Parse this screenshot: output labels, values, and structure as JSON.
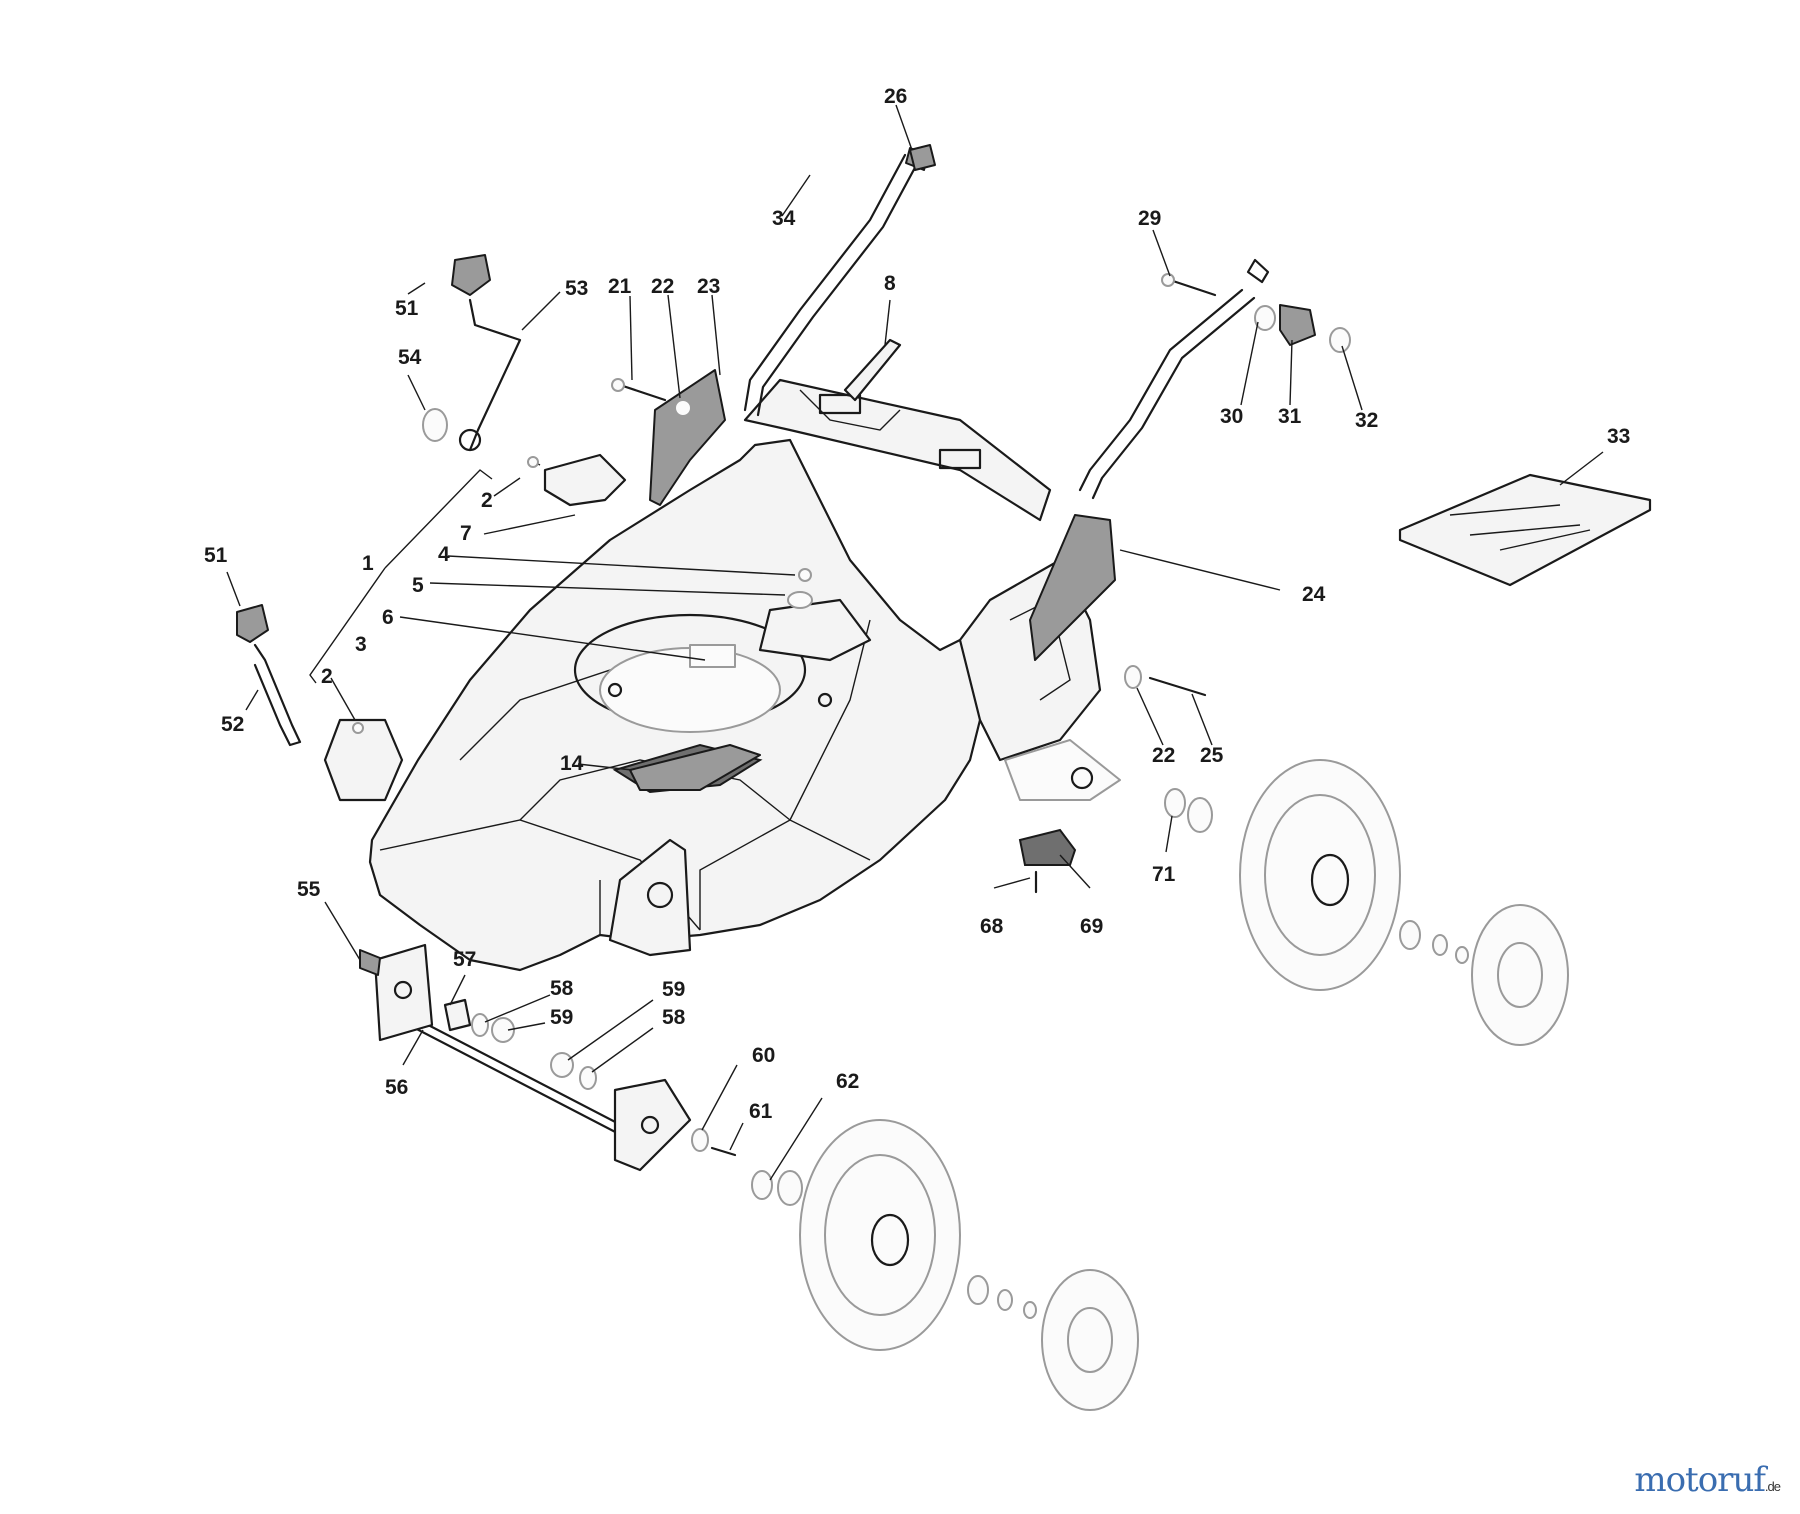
{
  "labels": [
    "1",
    "2",
    "2",
    "3",
    "4",
    "5",
    "6",
    "7",
    "8",
    "14",
    "21",
    "22",
    "23",
    "22",
    "24",
    "25",
    "26",
    "29",
    "30",
    "31",
    "32",
    "33",
    "34",
    "51",
    "51",
    "52",
    "53",
    "54",
    "55",
    "56",
    "57",
    "58",
    "59",
    "59",
    "58",
    "60",
    "61",
    "62",
    "68",
    "69",
    "71"
  ],
  "watermark": {
    "text": "motoruf",
    "suffix": ".de"
  }
}
